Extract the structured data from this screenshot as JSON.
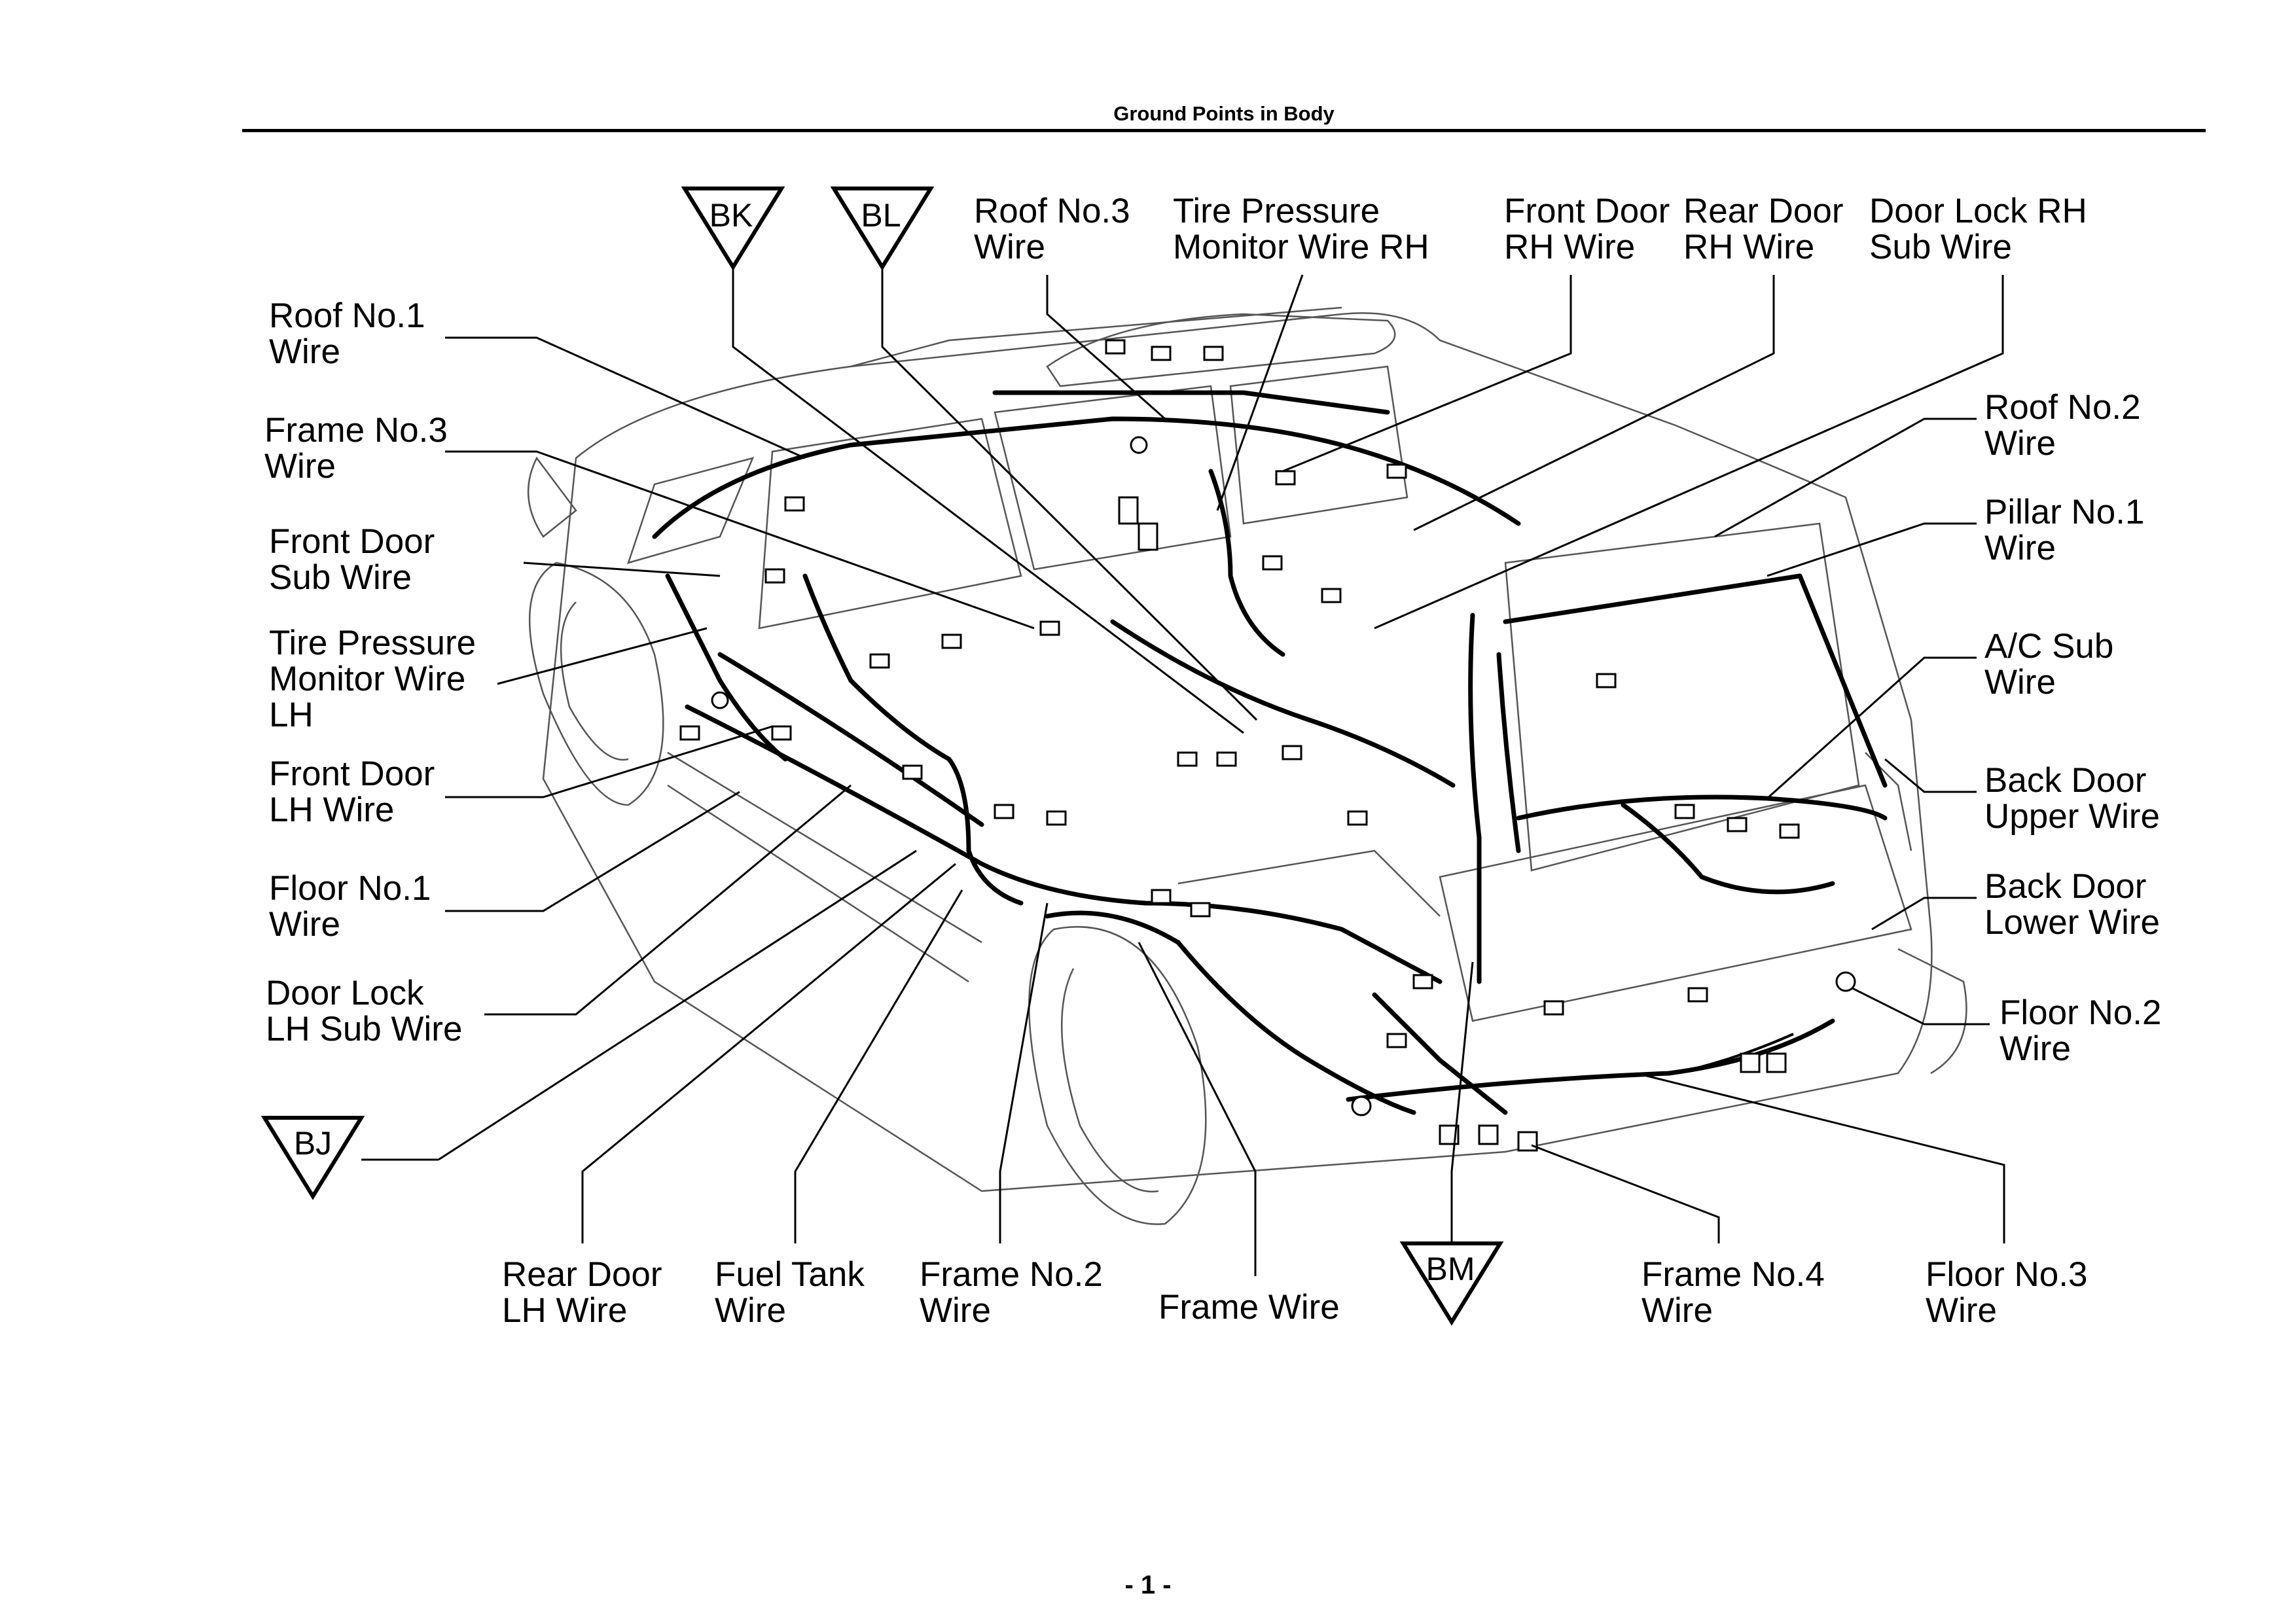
{
  "header": {
    "title": "Ground Points in Body"
  },
  "page_number": "- 1 -",
  "ground_points": [
    {
      "id": "bk",
      "code": "BK"
    },
    {
      "id": "bl",
      "code": "BL"
    },
    {
      "id": "bj",
      "code": "BJ"
    },
    {
      "id": "bm",
      "code": "BM"
    }
  ],
  "labels": {
    "roof_no3": [
      "Roof No.3",
      "Wire"
    ],
    "tpm_rh": [
      "Tire Pressure",
      "Monitor Wire RH"
    ],
    "front_door_rh": [
      "Front Door",
      "RH Wire"
    ],
    "rear_door_rh": [
      "Rear Door",
      "RH Wire"
    ],
    "door_lock_rh_sub": [
      "Door Lock RH",
      "Sub Wire"
    ],
    "roof_no1": [
      "Roof No.1",
      "Wire"
    ],
    "frame_no3": [
      "Frame No.3",
      "Wire"
    ],
    "front_door_sub": [
      "Front Door",
      "Sub Wire"
    ],
    "tpm_lh": [
      "Tire Pressure",
      "Monitor Wire",
      "LH"
    ],
    "front_door_lh": [
      "Front Door",
      "LH Wire"
    ],
    "floor_no1": [
      "Floor No.1",
      "Wire"
    ],
    "door_lock_lh_sub": [
      "Door Lock",
      "LH Sub Wire"
    ],
    "roof_no2": [
      "Roof No.2",
      "Wire"
    ],
    "pillar_no1": [
      "Pillar No.1",
      "Wire"
    ],
    "ac_sub": [
      "A/C Sub",
      "Wire"
    ],
    "back_door_upper": [
      "Back Door",
      "Upper Wire"
    ],
    "back_door_lower": [
      "Back Door",
      "Lower Wire"
    ],
    "floor_no2": [
      "Floor No.2",
      "Wire"
    ],
    "rear_door_lh": [
      "Rear Door",
      "LH Wire"
    ],
    "fuel_tank": [
      "Fuel Tank",
      "Wire"
    ],
    "frame_no2": [
      "Frame No.2",
      "Wire"
    ],
    "frame": [
      "Frame Wire"
    ],
    "frame_no4": [
      "Frame No.4",
      "Wire"
    ],
    "floor_no3": [
      "Floor No.3",
      "Wire"
    ]
  }
}
